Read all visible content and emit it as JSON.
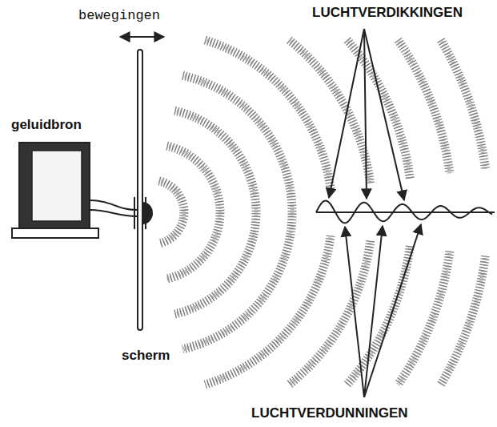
{
  "diagram": {
    "labels": [
      "LUCHTVERDIKKINGEN",
      "bewegingen",
      "geluidbron",
      "scherm",
      "LUCHTVERDUNNINGEN"
    ]
  }
}
